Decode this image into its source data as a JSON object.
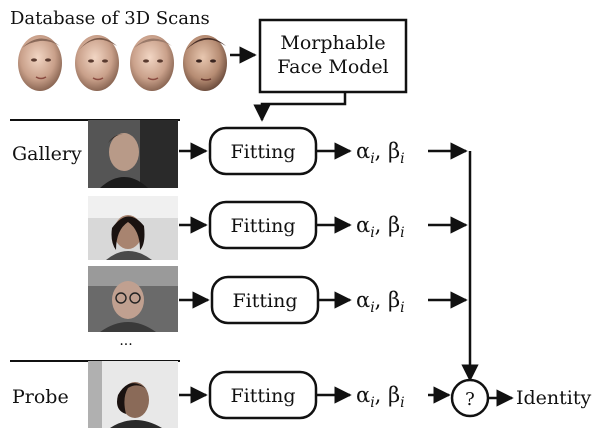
{
  "database_label": "Database of 3D Scans",
  "model_box": {
    "line1": "Morphable",
    "line2": "Face Model"
  },
  "gallery_label": "Gallery",
  "probe_label": "Probe",
  "fitting_label": "Fitting",
  "coeff": {
    "alpha": "α",
    "beta": "β",
    "sub": "i",
    "sep": ", "
  },
  "ellipsis": "...",
  "decision_symbol": "?",
  "identity_label": "Identity",
  "rows": [
    {
      "name": "gallery-1",
      "photo": "gallery-photo-1"
    },
    {
      "name": "gallery-2",
      "photo": "gallery-photo-2"
    },
    {
      "name": "gallery-3",
      "photo": "gallery-photo-3"
    },
    {
      "name": "probe",
      "photo": "probe-photo"
    }
  ]
}
